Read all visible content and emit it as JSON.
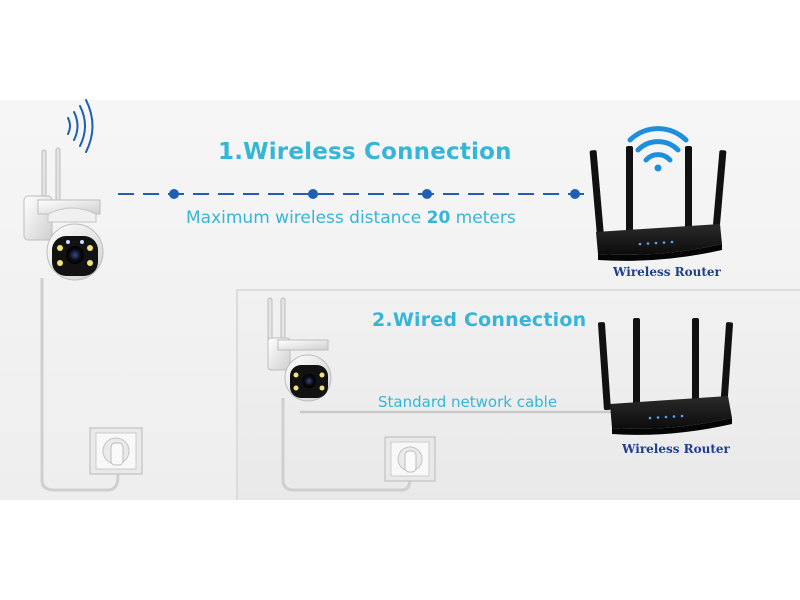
{
  "wireless": {
    "title": "1.Wireless Connection",
    "distance_prefix": "Maximum wireless distance ",
    "distance_value": "20",
    "distance_suffix": " meters",
    "router_label": "Wireless Router"
  },
  "wired": {
    "title": "2.Wired Connection",
    "cable_label": "Standard network cable",
    "router_label": "Wireless Router"
  },
  "colors": {
    "accent": "#35b6d8",
    "link_dots": "#1f5fb3",
    "router_label": "#1e3f8f",
    "router_body": "#1a1a1a"
  }
}
